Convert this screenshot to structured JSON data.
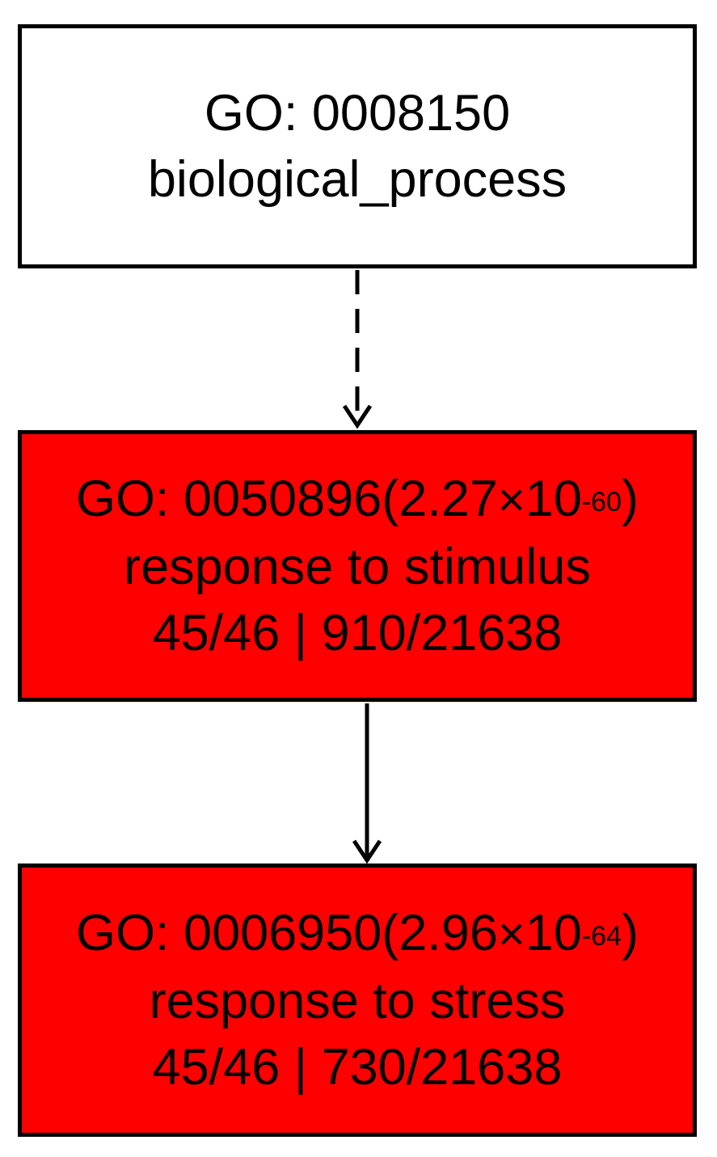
{
  "nodes": [
    {
      "id": "GO: 0008150",
      "name": "biological_process"
    },
    {
      "id": "GO: 0050896",
      "pvalue_mantissa": "2.27",
      "pvalue_times": "×",
      "pvalue_base": "10",
      "pvalue_exponent": "-60",
      "name": "response to stimulus",
      "counts": "45/46 | 910/21638",
      "fill_color": "#ff0000"
    },
    {
      "id": "GO: 0006950",
      "pvalue_mantissa": "2.96",
      "pvalue_times": "×",
      "pvalue_base": "10",
      "pvalue_exponent": "-64",
      "name": "response to stress",
      "counts": "45/46 | 730/21638",
      "fill_color": "#ff0000"
    }
  ],
  "edges": [
    {
      "from": "GO: 0008150",
      "to": "GO: 0050896",
      "style": "dashed"
    },
    {
      "from": "GO: 0050896",
      "to": "GO: 0006950",
      "style": "solid"
    }
  ]
}
